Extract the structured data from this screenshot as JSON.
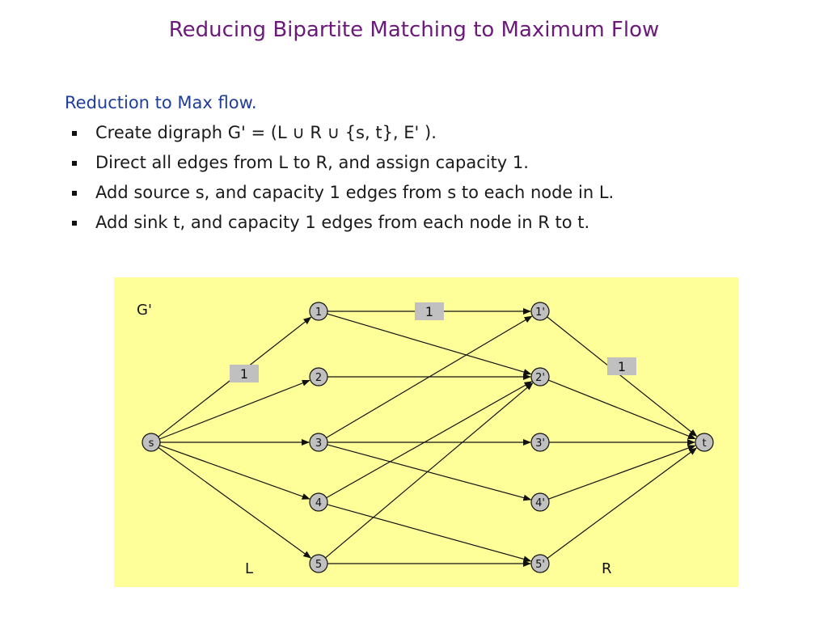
{
  "title": "Reducing Bipartite Matching to Maximum Flow",
  "subheading": "Reduction to Max flow.",
  "bullets": [
    "Create digraph G' = (L ∪ R ∪ {s, t},  E' ).",
    "Direct all edges from L to R, and assign capacity 1.",
    "Add source s, and capacity 1 edges from s to each node in L.",
    "Add sink t, and capacity 1 edges from each node in R to t."
  ],
  "diagram": {
    "graph_label": "G'",
    "left_label": "L",
    "right_label": "R",
    "nodes": [
      "s",
      "1",
      "2",
      "3",
      "4",
      "5",
      "1'",
      "2'",
      "3'",
      "4'",
      "5'",
      "t"
    ],
    "edges": [
      [
        "s",
        "1"
      ],
      [
        "s",
        "2"
      ],
      [
        "s",
        "3"
      ],
      [
        "s",
        "4"
      ],
      [
        "s",
        "5"
      ],
      [
        "1",
        "1'"
      ],
      [
        "1",
        "2'"
      ],
      [
        "2",
        "2'"
      ],
      [
        "3",
        "1'"
      ],
      [
        "3",
        "3'"
      ],
      [
        "3",
        "4'"
      ],
      [
        "4",
        "2'"
      ],
      [
        "4",
        "5'"
      ],
      [
        "5",
        "2'"
      ],
      [
        "5",
        "5'"
      ],
      [
        "1'",
        "t"
      ],
      [
        "2'",
        "t"
      ],
      [
        "3'",
        "t"
      ],
      [
        "4'",
        "t"
      ],
      [
        "5'",
        "t"
      ]
    ],
    "capacity_labels": [
      {
        "edge": [
          "s",
          "1"
        ],
        "text": "1"
      },
      {
        "edge": [
          "1",
          "1'"
        ],
        "text": "1"
      },
      {
        "edge": [
          "1'",
          "t"
        ],
        "text": "1"
      }
    ],
    "colors": {
      "background": "#ffff99",
      "node_fill": "#c0c0c0",
      "capacity_box": "#c0c0c0",
      "title": "#6b1a7a",
      "subheading": "#1f3d99"
    }
  }
}
